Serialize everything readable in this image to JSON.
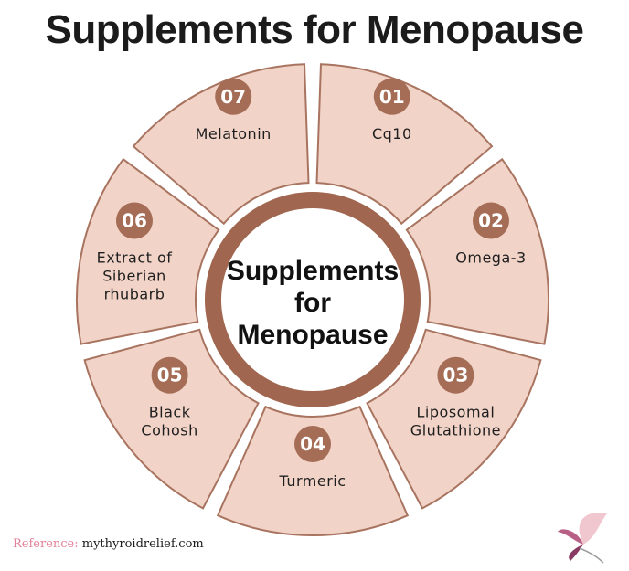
{
  "title": "Supplements for Menopause",
  "center": {
    "lines": [
      "Supplements",
      "for",
      "Menopause"
    ]
  },
  "segments": [
    {
      "number": "01",
      "label": [
        "Cq10"
      ]
    },
    {
      "number": "02",
      "label": [
        "Omega-3"
      ]
    },
    {
      "number": "03",
      "label": [
        "Liposomal",
        "Glutathione"
      ]
    },
    {
      "number": "04",
      "label": [
        "Turmeric"
      ]
    },
    {
      "number": "05",
      "label": [
        "Black",
        "Cohosh"
      ]
    },
    {
      "number": "06",
      "label": [
        "Extract of",
        "Siberian",
        "rhubarb"
      ]
    },
    {
      "number": "07",
      "label": [
        "Melatonin"
      ]
    }
  ],
  "reference": {
    "label": "Reference:",
    "site": "mythyroidrelief.com"
  },
  "colors": {
    "sector_fill": "#f1d3c8",
    "sector_stroke": "#a87460",
    "ring": "#a0664f",
    "badge": "#a56d56",
    "reference_label": "#e2809a"
  },
  "icons": {
    "logo": "butterfly-logo-icon"
  }
}
